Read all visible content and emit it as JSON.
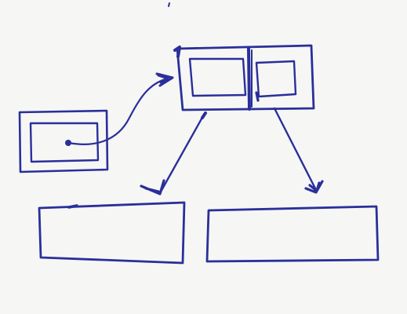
{
  "diagram": {
    "style": "hand-drawn sketch",
    "ink_color": "#2a2f9a",
    "paper_color": "#f6f6f4",
    "nodes": [
      {
        "id": "source-box",
        "label": "",
        "contains": [
          "source-inner-box"
        ]
      },
      {
        "id": "top-box",
        "label": "",
        "contains": [
          "top-inner-left-box",
          "top-inner-right-box"
        ]
      },
      {
        "id": "bottom-left-box",
        "label": ""
      },
      {
        "id": "bottom-right-box",
        "label": ""
      }
    ],
    "edges": [
      {
        "from": "source-inner-box",
        "to": "top-box",
        "arrow": "end"
      },
      {
        "from": "top-box",
        "to": "bottom-left-box",
        "arrow": "end"
      },
      {
        "from": "top-box",
        "to": "bottom-right-box",
        "arrow": "end"
      }
    ]
  }
}
